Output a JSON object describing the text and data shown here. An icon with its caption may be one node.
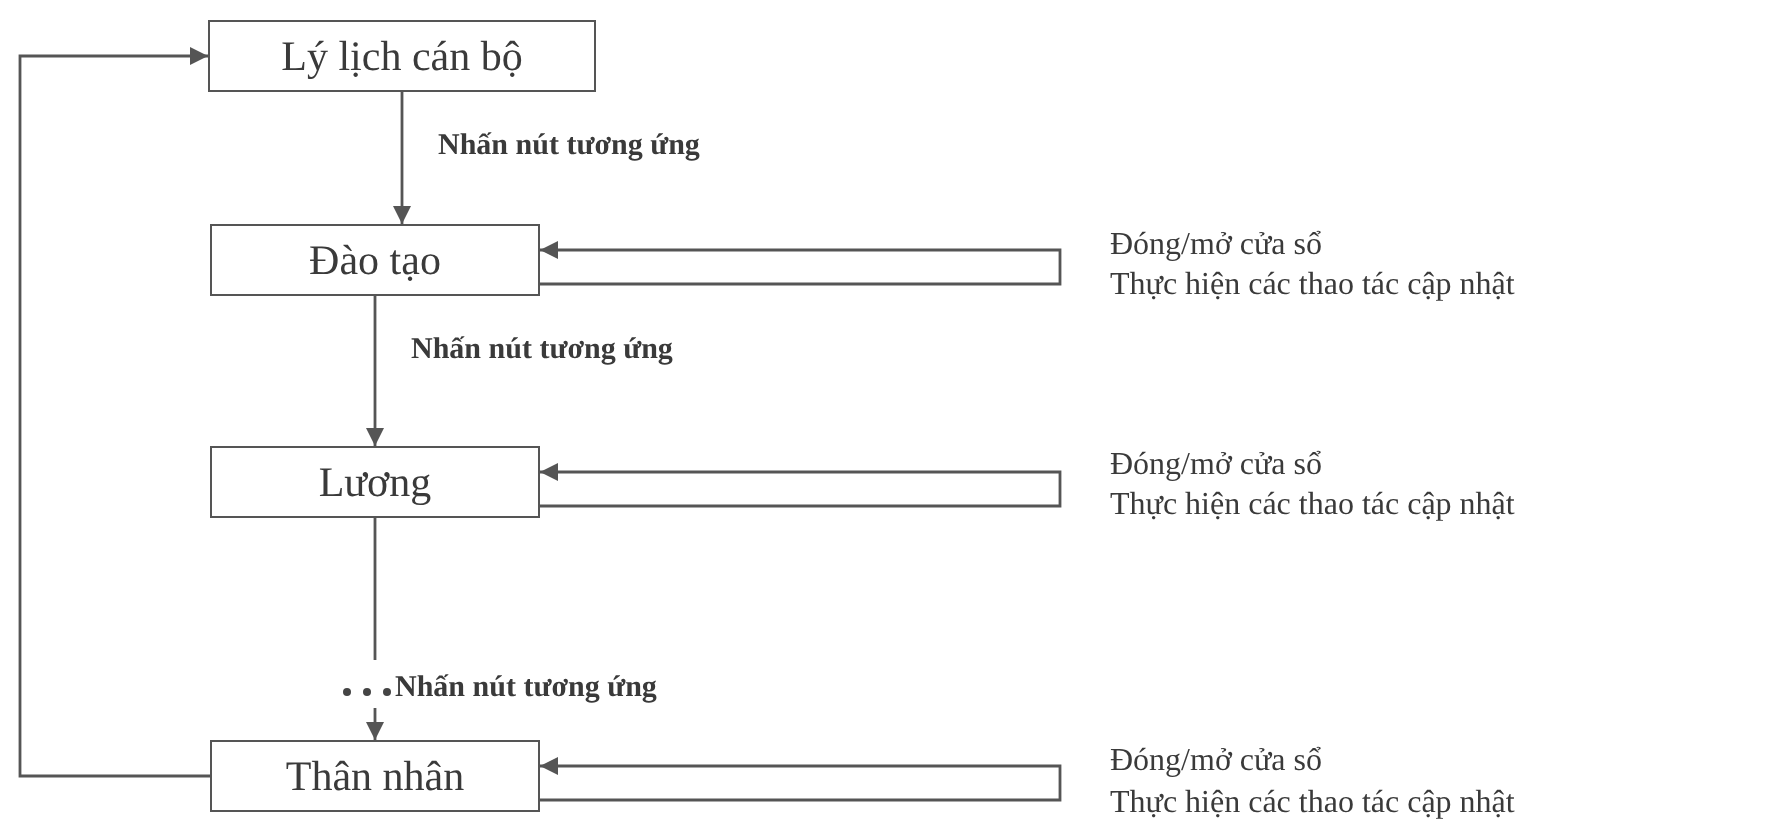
{
  "diagram": {
    "nodes": [
      {
        "text": [
          "Lý lịch cán bộ"
        ]
      },
      {
        "text": [
          "Đào tạo"
        ]
      },
      {
        "text": [
          "Lương"
        ]
      },
      {
        "text": [
          "Thân nhân"
        ]
      }
    ],
    "edges": [
      {
        "from": 0,
        "to": 1,
        "arrow": "to",
        "label": "Nhấn nút tương ứng"
      },
      {
        "from": 1,
        "to": 2,
        "arrow": "to",
        "label": "Nhấn nút tương ứng"
      },
      {
        "from": 2,
        "to": 3,
        "arrow": "to",
        "label": "Nhấn nút tương ứng"
      },
      {
        "from": 3,
        "to": 0,
        "arrow": "to"
      },
      {
        "from": 1,
        "to": 1,
        "arrow": "to"
      },
      {
        "from": 2,
        "to": 2,
        "arrow": "to"
      },
      {
        "from": 3,
        "to": 3,
        "arrow": "to"
      }
    ],
    "labels": [
      "Đóng/mở cửa sổ",
      "Thực hiện các thao tác cập nhật",
      "Đóng/mở cửa sổ",
      "Thực hiện các thao tác cập nhật",
      "Đóng/mở cửa sổ",
      "Thực hiện các thao tác cập nhật"
    ]
  }
}
